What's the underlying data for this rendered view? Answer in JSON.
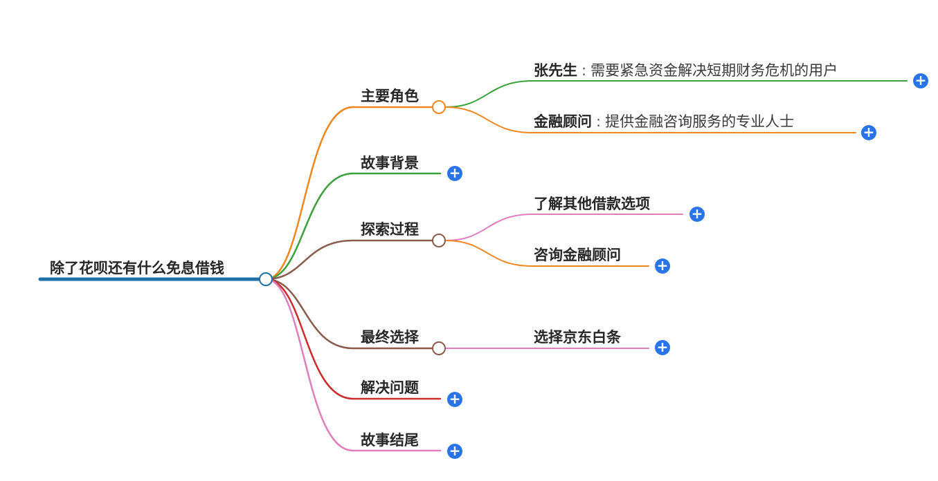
{
  "root": {
    "label": "除了花呗还有什么免息借钱",
    "color": "#1e6fa8"
  },
  "branches": [
    {
      "id": "roles",
      "label": "主要角色",
      "color": "#f0871e",
      "expanded": true,
      "children": [
        {
          "id": "zhang",
          "label": "张先生",
          "separator": ":",
          "desc": "需要紧急资金解决短期财务危机的用户",
          "color": "#3aa03a",
          "expand_icon": "plus-icon"
        },
        {
          "id": "advisor",
          "label": "金融顾问",
          "separator": ":",
          "desc": "提供金融咨询服务的专业人士",
          "color": "#f0871e",
          "expand_icon": "plus-icon"
        }
      ]
    },
    {
      "id": "background",
      "label": "故事背景",
      "color": "#3aa03a",
      "expanded": false,
      "expand_icon": "plus-icon"
    },
    {
      "id": "explore",
      "label": "探索过程",
      "color": "#8a5a4a",
      "expanded": true,
      "children": [
        {
          "id": "other",
          "label": "了解其他借款选项",
          "color": "#e07dbd",
          "expand_icon": "plus-icon"
        },
        {
          "id": "consult",
          "label": "咨询金融顾问",
          "color": "#f0871e",
          "expand_icon": "plus-icon"
        }
      ]
    },
    {
      "id": "final",
      "label": "最终选择",
      "color": "#8a5a4a",
      "expanded": true,
      "children": [
        {
          "id": "jd",
          "label": "选择京东白条",
          "color": "#e07dbd",
          "expand_icon": "plus-icon"
        }
      ]
    },
    {
      "id": "solve",
      "label": "解决问题",
      "color": "#cc2b2b",
      "expanded": false,
      "expand_icon": "plus-icon"
    },
    {
      "id": "ending",
      "label": "故事结尾",
      "color": "#e07dbd",
      "expanded": false,
      "expand_icon": "plus-icon"
    }
  ]
}
